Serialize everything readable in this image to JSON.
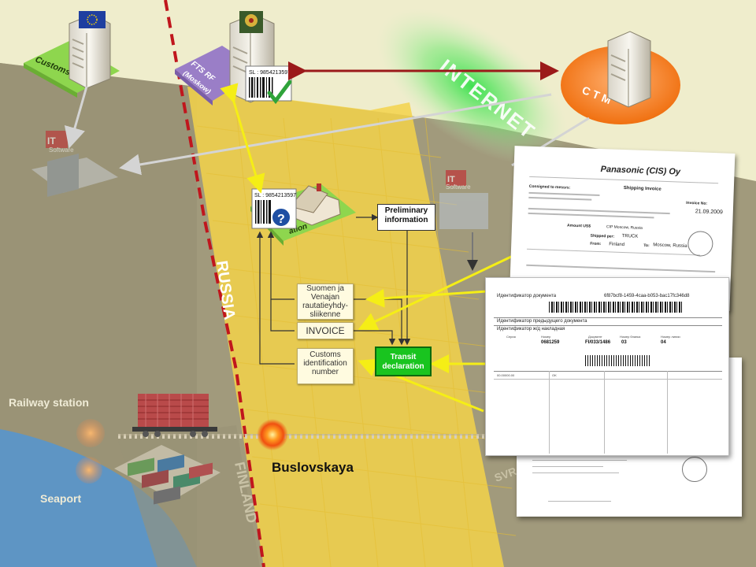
{
  "nodes": {
    "customs_eu": "Customs EU",
    "fts_rf": "FTS RF",
    "fts_city": "(Moskow)",
    "ctm": "CTM",
    "internet": "INTERNET",
    "software_left": "Software",
    "software_right": "Software",
    "station_partial": "ation"
  },
  "barcode_top": "SL : 9854213597",
  "barcode_mid": "SL : 9854213597",
  "boxes": {
    "preliminary": "Preliminary information",
    "transit": "Transit declaration",
    "suomen": "Suomen ja Venajan rautatieyhdy-sliikenne",
    "invoice": "INVOICE",
    "customs_id": "Customs identification number"
  },
  "regions": {
    "russia": "RUSSIA",
    "finland": "FINLAND",
    "svr": "SVR"
  },
  "places": {
    "railway_station": "Railway station",
    "seaport": "Seaport",
    "buslovskaya": "Buslovskaya"
  },
  "doc_invoice": {
    "company": "Panasonic (CIS) Oy",
    "title": "Shipping Invoice",
    "consigned": "Consigned to messrs:",
    "invoice_no_label": "Invoice No:",
    "date": "21.09.2009",
    "shipped_per": "Shipped per:",
    "shipped_value": "TRUCK",
    "from_label": "From:",
    "from_value": "Finland",
    "to_label": "To:",
    "to_value": "Moscow, Russia",
    "amount_label": "Amount US$",
    "amount_value": "CIP Moscow, Russia"
  },
  "doc_waybill": {
    "doc_id_label": "Идентификатор документа",
    "doc_id_value": "6f87bcf8-1459-4caa-b053-bac17fc346d8",
    "prev_doc_label": "Идентификатор предыдущего документа",
    "waybill_label": "Идентификатор ж/д накладная",
    "col1": "Серия",
    "col2": "Номер",
    "col3": "Документ",
    "col4": "Номер бланка",
    "col5": "Номер линии",
    "val1": "0681259",
    "val2": "FI/033/1486",
    "val3": "03",
    "val4": "04",
    "cell1": "00.00000.00",
    "cell2": "OK"
  },
  "colors": {
    "russia_band": "#f3d24a",
    "internet_glow": "#36e04a",
    "ctm": "#f7821e",
    "fts": "#9a7ec7",
    "customs_eu": "#8ed64e",
    "border_line": "#c0161d",
    "yellow_arrow": "#f5ee16",
    "red_arrow": "#9b1a1a",
    "seaport_water": "#5e95c4"
  }
}
